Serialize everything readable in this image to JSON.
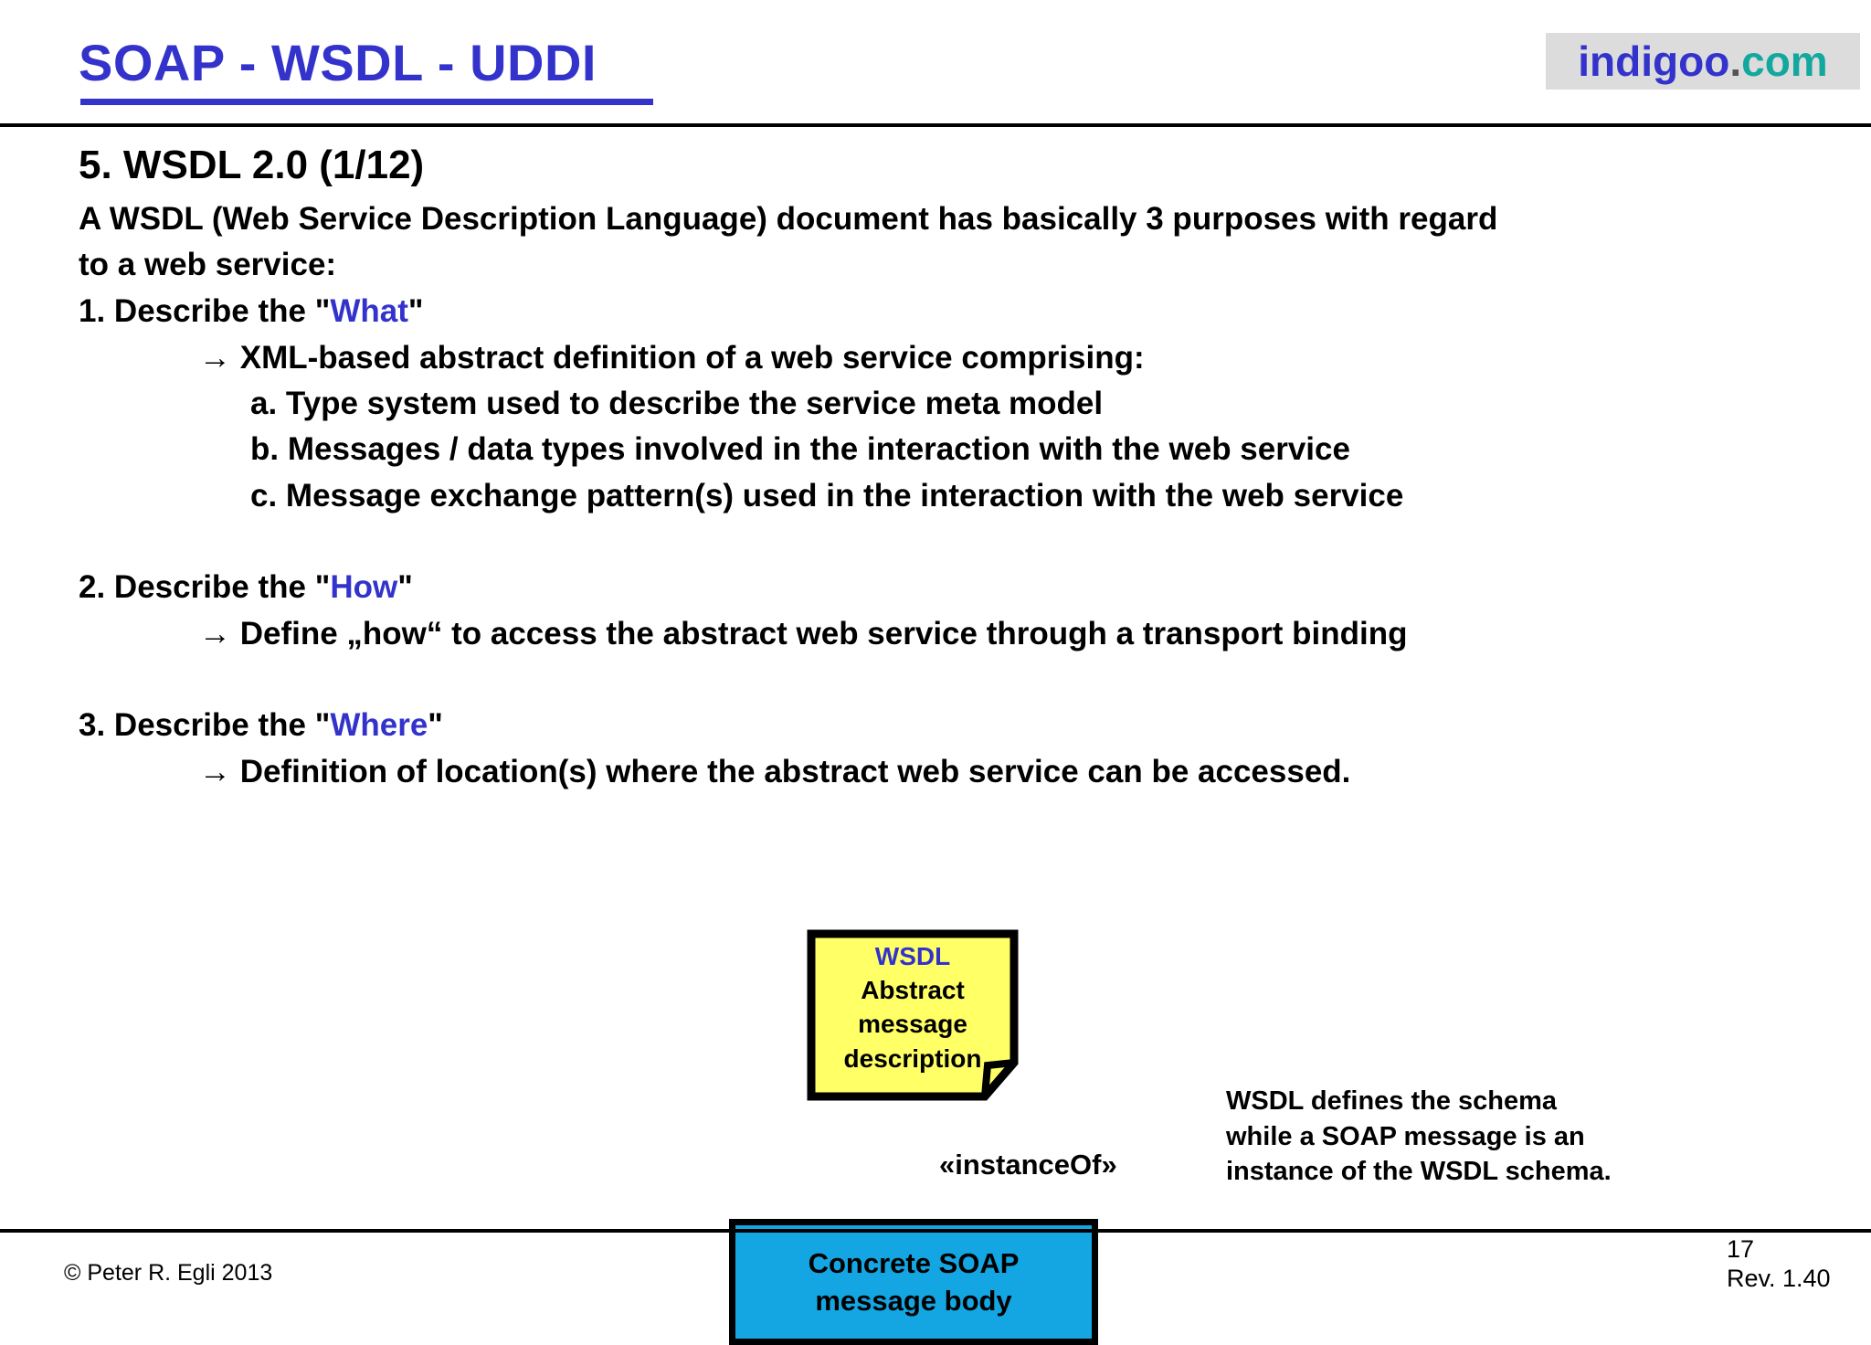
{
  "header": {
    "title": "SOAP - WSDL - UDDI",
    "logo": {
      "name": "indigoo",
      "dot": ".",
      "tld": "com"
    },
    "accent_color": "#3333cc",
    "logo_tld_color": "#13a89e",
    "logo_bg_color": "#dcdcdc"
  },
  "slide": {
    "title": "5. WSDL 2.0 (1/12)",
    "intro_line_1": "A WSDL (Web Service Description Language) document has basically 3 purposes with regard",
    "intro_line_2": "to a web service:",
    "items": [
      {
        "number": "1. Describe the \"",
        "keyword": "What",
        "tail": "\"",
        "sub": [
          "→ XML-based abstract definition of a web service comprising:",
          "a. Type system used to describe the service meta model",
          "b. Messages / data types involved in the interaction with the web service",
          "c. Message exchange pattern(s) used in the interaction with the web service"
        ]
      },
      {
        "number": "2. Describe the \"",
        "keyword": "How",
        "tail": "\"",
        "sub": [
          "→ Define „how“ to access the abstract web service through a transport binding"
        ]
      },
      {
        "number": "3. Describe the \"",
        "keyword": "Where",
        "tail": "\"",
        "sub": [
          "→ Definition of location(s) where the abstract web service can be accessed."
        ]
      }
    ]
  },
  "diagram": {
    "note": {
      "title": "WSDL",
      "line_1": "Abstract",
      "line_2": "message",
      "line_3": "description",
      "fill_color": "#ffff66",
      "title_color": "#3333cc"
    },
    "relationship_label": "«instanceOf»",
    "soap_box": {
      "line_1": "Concrete SOAP",
      "line_2": "message body",
      "fill_color": "#14a6e3"
    },
    "side_note": "WSDL defines the schema\nwhile a SOAP message is an\ninstance of the WSDL schema."
  },
  "footer": {
    "copyright": "© Peter R. Egli 2013",
    "page_number": "17",
    "revision": "Rev. 1.40"
  }
}
